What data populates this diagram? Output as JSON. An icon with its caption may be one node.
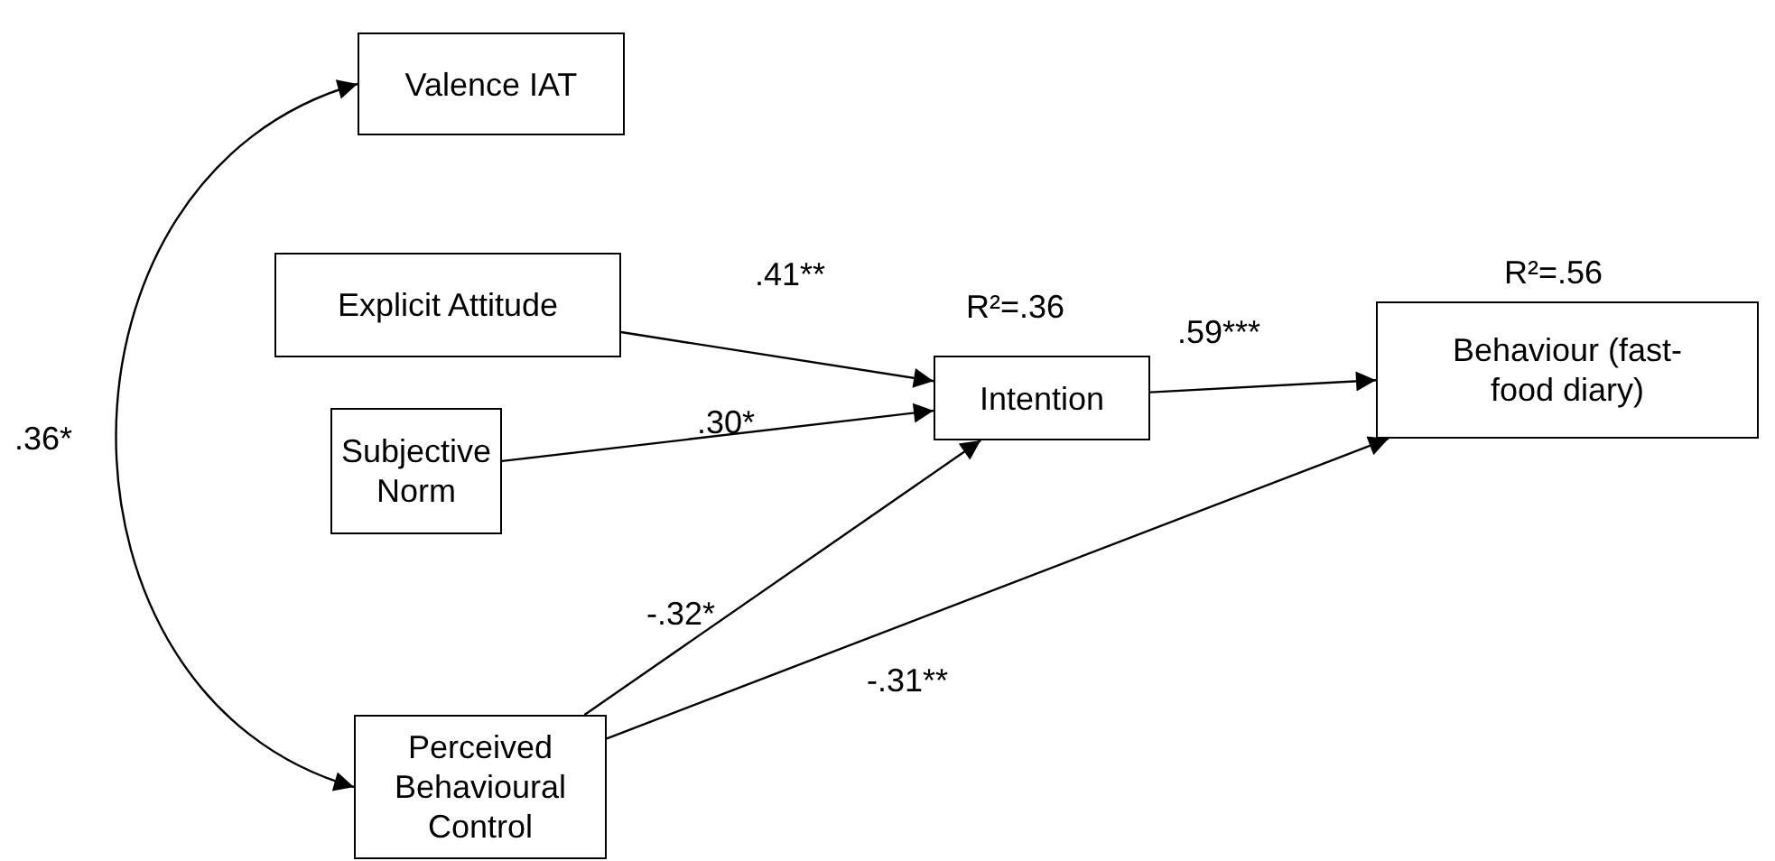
{
  "diagram": {
    "nodes": [
      {
        "text": [
          "Valence IAT"
        ]
      },
      {
        "text": [
          "Explicit Attitude"
        ]
      },
      {
        "text": [
          "Subjective Norm"
        ]
      },
      {
        "text": [
          "Perceived Behavioural Control"
        ]
      },
      {
        "text": [
          "Intention"
        ],
        "beside": [
          "R²=.36"
        ]
      },
      {
        "text": [
          "Behaviour (fast-food diary)"
        ],
        "beside": [
          "R²=.56"
        ]
      }
    ],
    "edges": [
      {
        "from": 0,
        "to": 3,
        "arrow": "both",
        "label": ".36*"
      },
      {
        "from": 1,
        "to": 4,
        "arrow": "to",
        "label": ".41**"
      },
      {
        "from": 2,
        "to": 4,
        "arrow": "to",
        "label": ".30*"
      },
      {
        "from": 3,
        "to": 4,
        "arrow": "to",
        "label": "-.32*"
      },
      {
        "from": 4,
        "to": 5,
        "arrow": "to",
        "label": ".59***"
      },
      {
        "from": 3,
        "to": 5,
        "arrow": "to",
        "label": "-.31**"
      }
    ]
  }
}
